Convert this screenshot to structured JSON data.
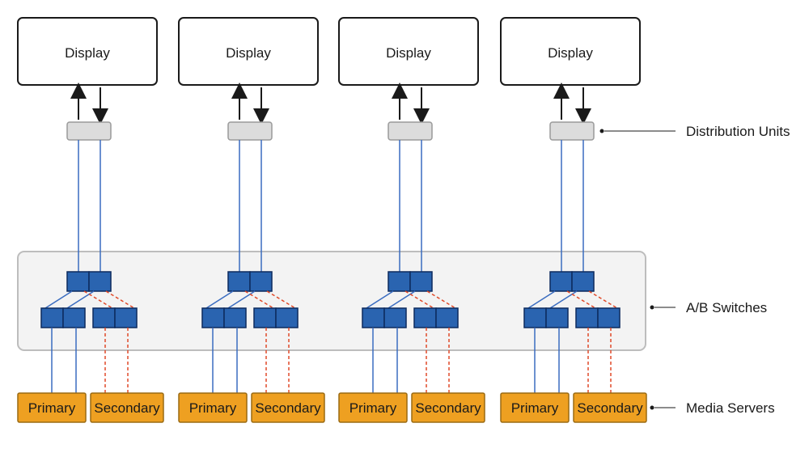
{
  "labels": {
    "display": "Display",
    "primary": "Primary",
    "secondary": "Secondary",
    "distribution_units": "Distribution Units",
    "ab_switches": "A/B Switches",
    "media_servers": "Media Servers"
  },
  "colors": {
    "switch_fill": "#2a64b0",
    "blue_line": "#3a6cc0",
    "red_dashed": "#e04a2a",
    "server_fill": "#eea021",
    "du_fill": "#dcdcdc",
    "panel_fill": "#f3f3f3"
  },
  "columns": [
    {
      "display_label": "Display",
      "primary_label": "Primary",
      "secondary_label": "Secondary"
    },
    {
      "display_label": "Display",
      "primary_label": "Primary",
      "secondary_label": "Secondary"
    },
    {
      "display_label": "Display",
      "primary_label": "Primary",
      "secondary_label": "Secondary"
    },
    {
      "display_label": "Display",
      "primary_label": "Primary",
      "secondary_label": "Secondary"
    }
  ]
}
